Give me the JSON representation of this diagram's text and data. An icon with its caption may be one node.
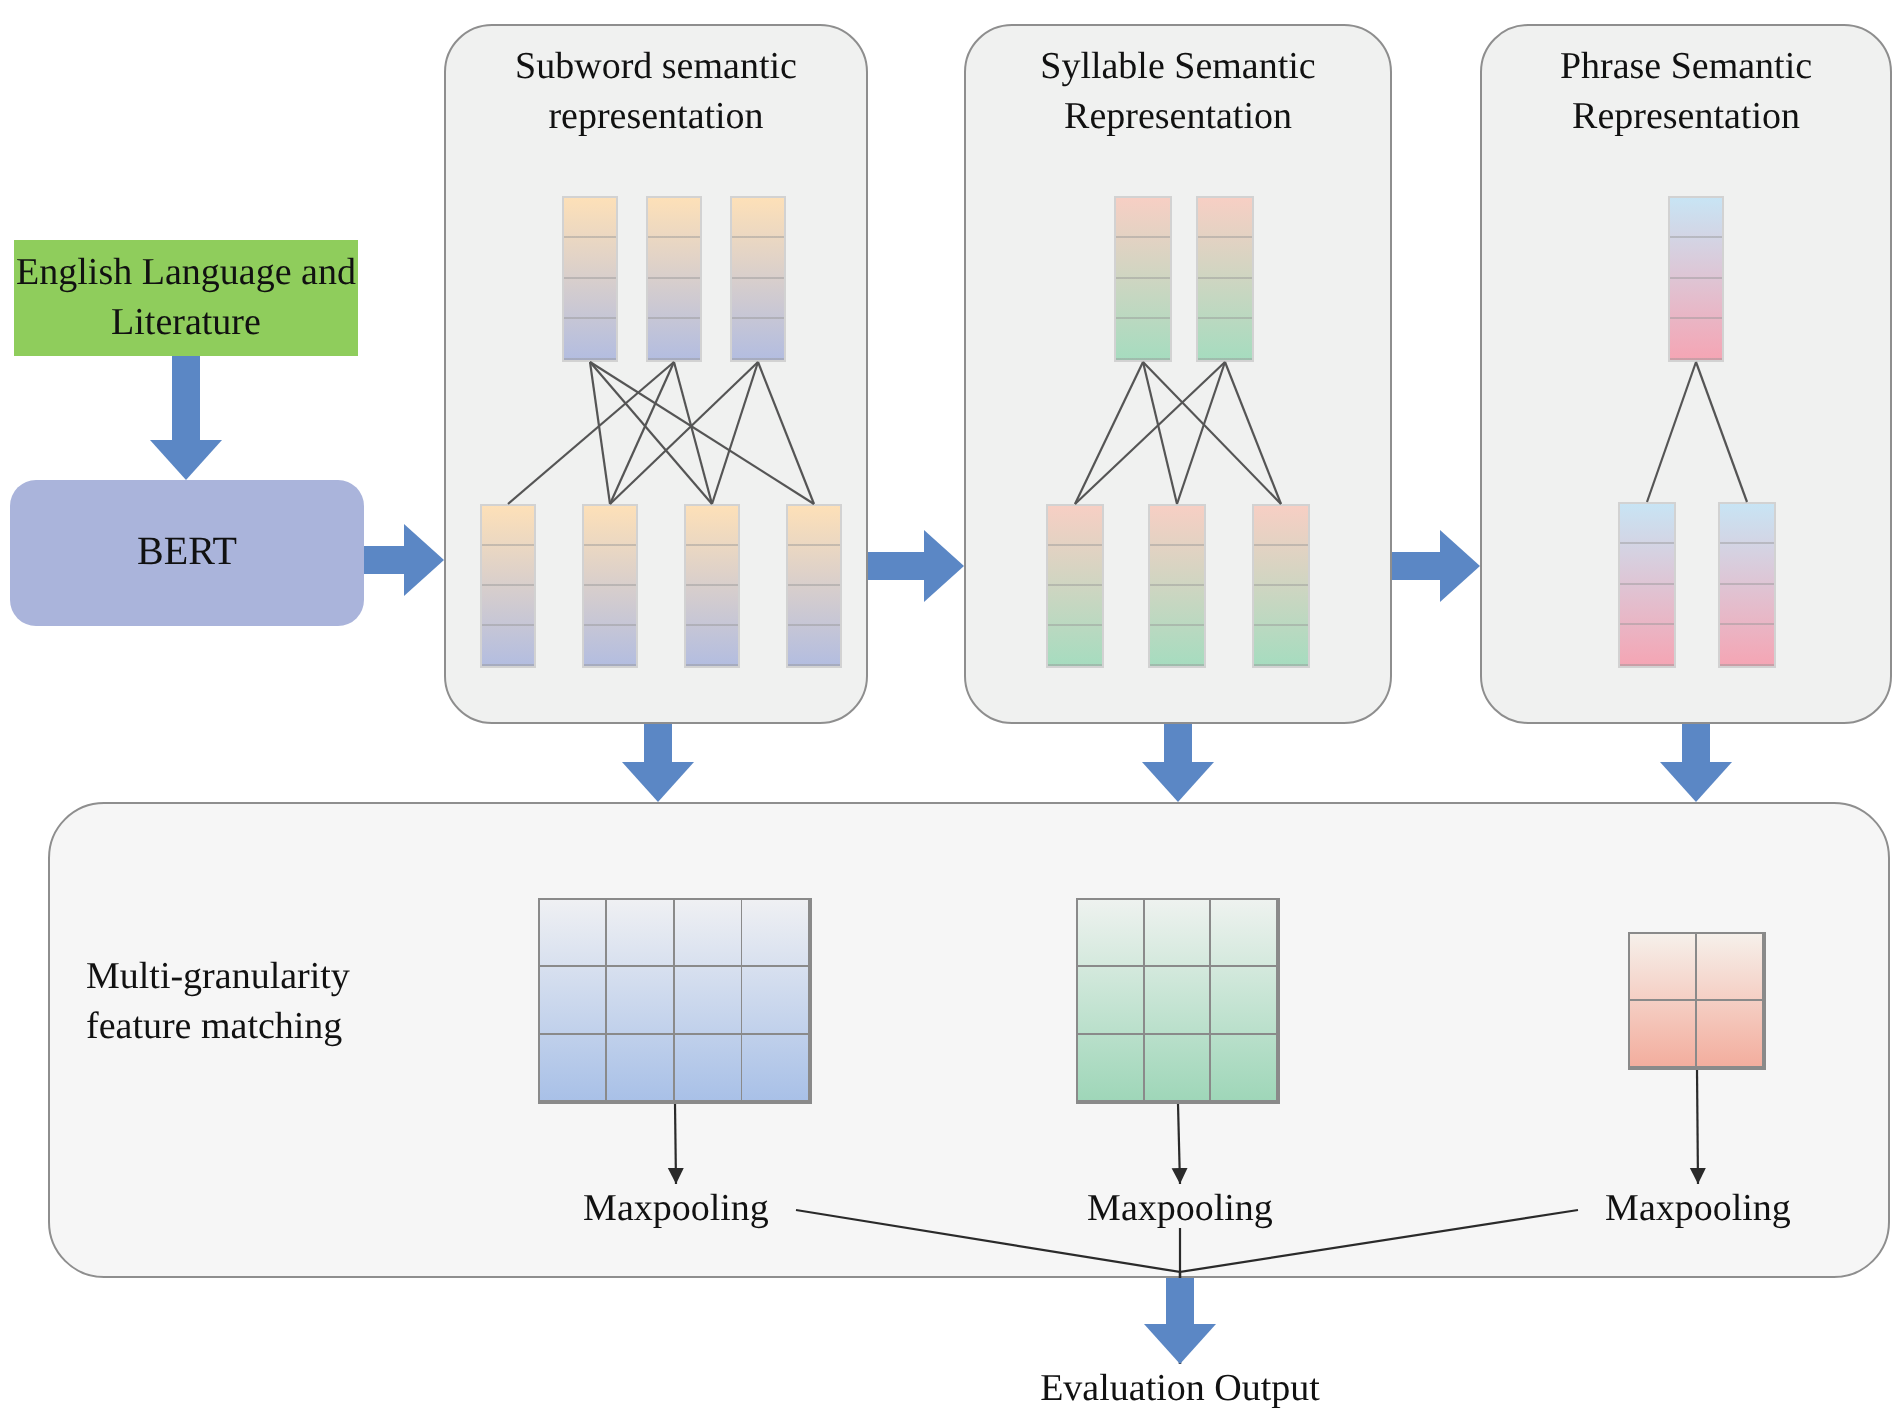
{
  "diagram": {
    "nodes": [
      {
        "text": [
          "English Language and Literature"
        ]
      },
      {
        "text": [
          "BERT"
        ]
      },
      {
        "text": [
          "Subword semantic representation"
        ]
      },
      {
        "text": [],
        "shape": "bar",
        "in": 2
      },
      {
        "text": [],
        "shape": "bar",
        "in": 2
      },
      {
        "text": [],
        "shape": "bar",
        "in": 2
      },
      {
        "text": [],
        "shape": "bar",
        "in": 2
      },
      {
        "text": [],
        "shape": "bar",
        "in": 2
      },
      {
        "text": [],
        "shape": "bar",
        "in": 2
      },
      {
        "text": [],
        "shape": "bar",
        "in": 2
      },
      {
        "text": [
          "Syllable Semantic Representation"
        ]
      },
      {
        "text": [],
        "shape": "bar",
        "in": 10
      },
      {
        "text": [],
        "shape": "bar",
        "in": 10
      },
      {
        "text": [],
        "shape": "bar",
        "in": 10
      },
      {
        "text": [],
        "shape": "bar",
        "in": 10
      },
      {
        "text": [],
        "shape": "bar",
        "in": 10
      },
      {
        "text": [
          "Phrase Semantic Representation"
        ]
      },
      {
        "text": [],
        "shape": "bar",
        "in": 16
      },
      {
        "text": [],
        "shape": "bar",
        "in": 16
      },
      {
        "text": [],
        "shape": "bar",
        "in": 16
      },
      {
        "text": [
          "Multi-granularity feature matching"
        ]
      },
      {
        "text": [],
        "shape": "box",
        "in": 20
      },
      {
        "text": [],
        "shape": "box",
        "in": 20
      },
      {
        "text": [],
        "shape": "box",
        "in": 20
      },
      {
        "text": [
          "Maxpooling"
        ],
        "in": 20
      },
      {
        "text": [
          "Maxpooling"
        ],
        "in": 20
      },
      {
        "text": [
          "Maxpooling"
        ],
        "in": 20
      },
      {
        "text": [
          "Evaluation Output"
        ]
      }
    ],
    "edges": [
      {
        "from": 0,
        "to": 1,
        "arrow": "to",
        "style": "thick",
        "color": "#5b87c5"
      },
      {
        "from": 1,
        "to": 2,
        "arrow": "to",
        "style": "thick",
        "color": "#5b87c5"
      },
      {
        "from": 2,
        "to": 10,
        "arrow": "to",
        "style": "thick",
        "color": "#5b87c5"
      },
      {
        "from": 10,
        "to": 16,
        "arrow": "to",
        "style": "thick",
        "color": "#5b87c5"
      },
      {
        "from": 2,
        "to": 20,
        "arrow": "to",
        "style": "thick",
        "color": "#5b87c5"
      },
      {
        "from": 10,
        "to": 20,
        "arrow": "to",
        "style": "thick",
        "color": "#5b87c5"
      },
      {
        "from": 16,
        "to": 20,
        "arrow": "to",
        "style": "thick",
        "color": "#5b87c5"
      },
      {
        "from": 20,
        "to": 27,
        "arrow": "to",
        "style": "thick",
        "color": "#5b87c5"
      },
      {
        "from": 3,
        "to": 7,
        "arrow": "none"
      },
      {
        "from": 3,
        "to": 8,
        "arrow": "none"
      },
      {
        "from": 3,
        "to": 9,
        "arrow": "none"
      },
      {
        "from": 4,
        "to": 6,
        "arrow": "none"
      },
      {
        "from": 4,
        "to": 7,
        "arrow": "none"
      },
      {
        "from": 4,
        "to": 8,
        "arrow": "none"
      },
      {
        "from": 5,
        "to": 7,
        "arrow": "none"
      },
      {
        "from": 5,
        "to": 8,
        "arrow": "none"
      },
      {
        "from": 5,
        "to": 9,
        "arrow": "none"
      },
      {
        "from": 11,
        "to": 13,
        "arrow": "none"
      },
      {
        "from": 11,
        "to": 14,
        "arrow": "none"
      },
      {
        "from": 11,
        "to": 15,
        "arrow": "none"
      },
      {
        "from": 12,
        "to": 13,
        "arrow": "none"
      },
      {
        "from": 12,
        "to": 14,
        "arrow": "none"
      },
      {
        "from": 12,
        "to": 15,
        "arrow": "none"
      },
      {
        "from": 17,
        "to": 18,
        "arrow": "none"
      },
      {
        "from": 17,
        "to": 19,
        "arrow": "none"
      },
      {
        "from": 21,
        "to": 24,
        "arrow": "to"
      },
      {
        "from": 22,
        "to": 25,
        "arrow": "to"
      },
      {
        "from": 23,
        "to": 26,
        "arrow": "to"
      },
      {
        "from": 24,
        "to": 27,
        "arrow": "to"
      },
      {
        "from": 25,
        "to": 27,
        "arrow": "to"
      },
      {
        "from": 26,
        "to": 27,
        "arrow": "to"
      }
    ]
  }
}
